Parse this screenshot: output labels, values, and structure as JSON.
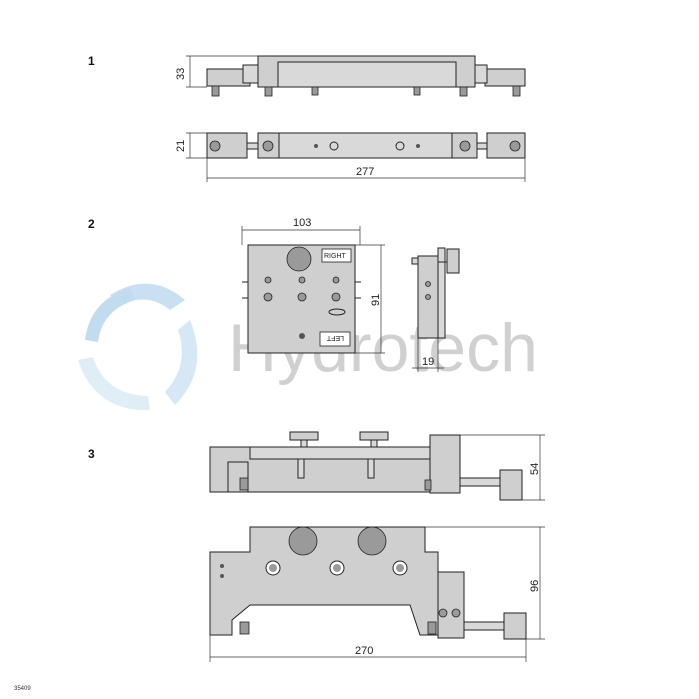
{
  "figure_numbers": [
    "1",
    "2",
    "3"
  ],
  "dimensions": {
    "fig1_height": "33",
    "fig1_width_small": "21",
    "fig1_length": "277",
    "fig2_width": "103",
    "fig2_height": "91",
    "fig2_depth": "19",
    "fig3_height": "54",
    "fig3_height_top": "96",
    "fig3_length": "270"
  },
  "plate_labels": {
    "right": "RIGHT",
    "left": "LEFT"
  },
  "watermark": "Hydrotech",
  "drawing_id": "35409",
  "colors": {
    "part_fill": "#cfcfcf",
    "line": "#222222",
    "watermark_gray": "#a9a9a9",
    "logo_blue": "#9cc8e6"
  }
}
